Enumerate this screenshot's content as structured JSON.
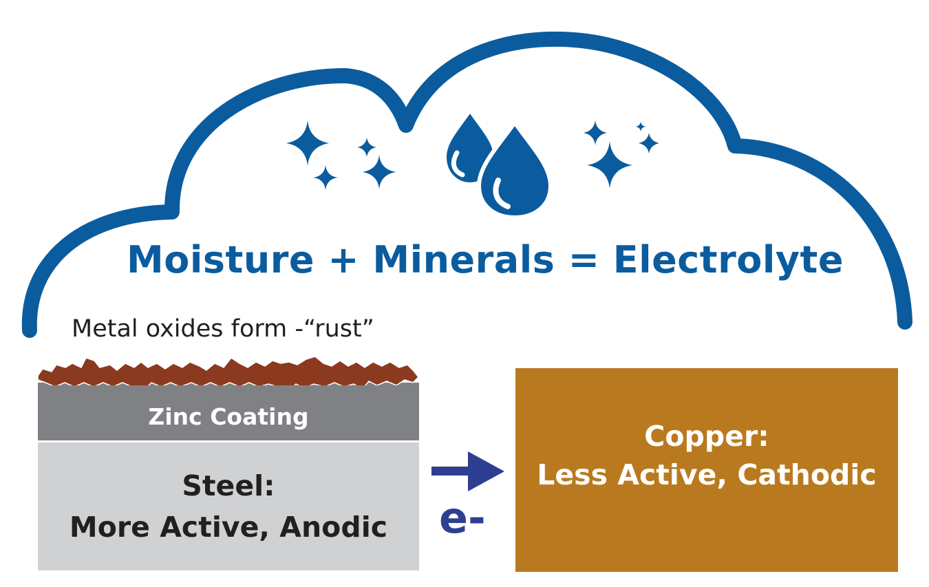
{
  "colors": {
    "cloud": "#0b5c9e",
    "rust": "#8b3a1f",
    "zinc": "#808184",
    "steel": "#d0d1d3",
    "copper": "#b97a1f",
    "arrow": "#2e3f92"
  },
  "cloud": {
    "title": "Moisture + Minerals = Electrolyte",
    "icons": [
      "sparkle-icon",
      "water-drop-icon"
    ]
  },
  "rust": {
    "label": "Metal oxides form -“rust”"
  },
  "zinc": {
    "label": "Zinc Coating"
  },
  "steel": {
    "line1": "Steel:",
    "line2": "More Active, Anodic"
  },
  "copper": {
    "line1": "Copper:",
    "line2": "Less Active, Cathodic"
  },
  "flow": {
    "label": "e-",
    "direction": "steel-to-copper"
  }
}
